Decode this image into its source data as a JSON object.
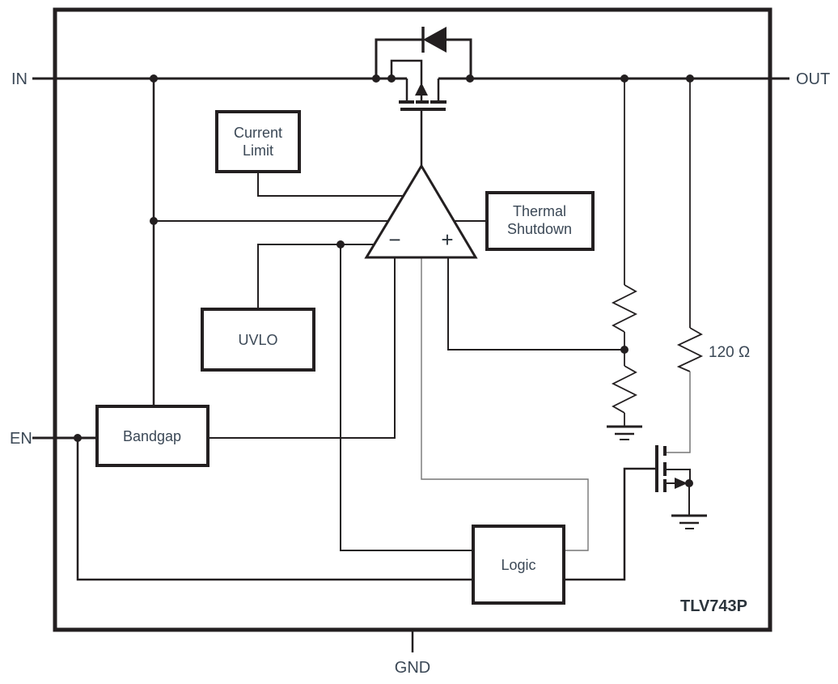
{
  "pins": {
    "in": "IN",
    "out": "OUT",
    "en": "EN",
    "gnd": "GND"
  },
  "blocks": {
    "current_limit": {
      "line1": "Current",
      "line2": "Limit"
    },
    "thermal_shutdown": {
      "line1": "Thermal",
      "line2": "Shutdown"
    },
    "uvlo": {
      "label": "UVLO"
    },
    "bandgap": {
      "label": "Bandgap"
    },
    "logic": {
      "label": "Logic"
    }
  },
  "amplifier": {
    "minus": "−",
    "plus": "+"
  },
  "labels": {
    "output_resistor": "120 Ω",
    "part_number": "TLV743P"
  },
  "colors": {
    "wire": "#231f20",
    "thin_wire": "#767676",
    "text": "#3b4856",
    "background": "#ffffff"
  }
}
